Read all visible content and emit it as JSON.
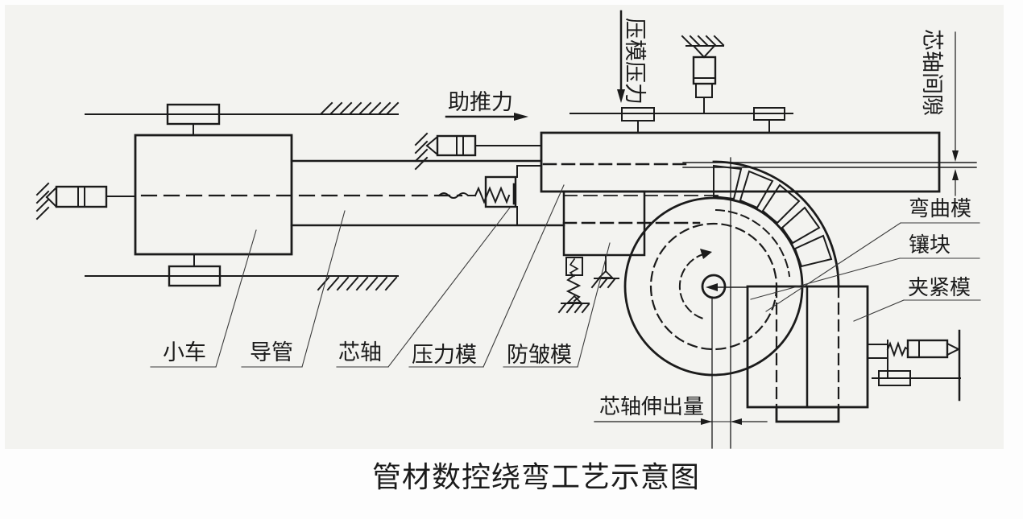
{
  "diagram": {
    "caption": "管材数控绕弯工艺示意图",
    "colors": {
      "line": "#1b1b1b",
      "background": "#f3f3f0",
      "leader": "#3a3a3a"
    },
    "annotations": {
      "boost_force": "助推力",
      "pressure_die_pressure": "压模压力",
      "mandrel_clearance": "芯轴间隙",
      "bend_die": "弯曲模",
      "insert": "镶块",
      "clamp_die": "夹紧模",
      "mandrel_extension": "芯轴伸出量",
      "cart": "小车",
      "guide_tube": "导管",
      "mandrel": "芯轴",
      "pressure_die": "压力模",
      "wiper_die": "防皱模"
    }
  }
}
